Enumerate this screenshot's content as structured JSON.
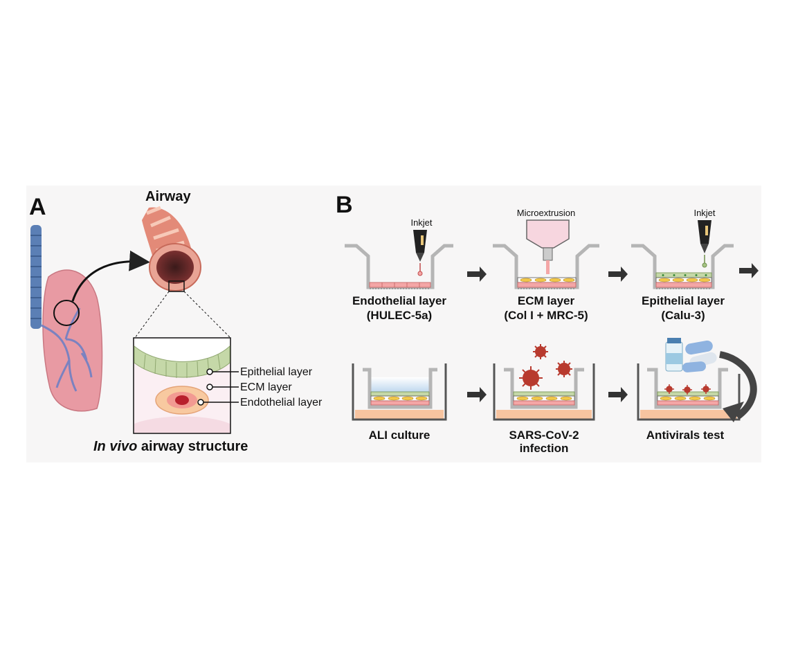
{
  "panelA": {
    "letter": "A",
    "airway_title": "Airway",
    "layers": [
      "Epithelial layer",
      "ECM layer",
      "Endothelial layer"
    ],
    "caption_italic": "In vivo",
    "caption_rest": " airway structure"
  },
  "panelB": {
    "letter": "B",
    "steps_row1": [
      {
        "tool": "Inkjet",
        "line1": "Endothelial layer",
        "line2": "(HULEC-5a)"
      },
      {
        "tool": "Microextrusion",
        "line1": "ECM layer",
        "line2": "(Col I + MRC-5)"
      },
      {
        "tool": "Inkjet",
        "line1": "Epithelial layer",
        "line2": "(Calu-3)"
      }
    ],
    "steps_row2": [
      {
        "line1": "ALI culture",
        "line2": ""
      },
      {
        "line1": "SARS-CoV-2",
        "line2": "infection"
      },
      {
        "line1": "Antivirals test",
        "line2": ""
      }
    ]
  },
  "colors": {
    "background": "#f7f6f6",
    "lung": "#e89aa3",
    "trachea": "#5b7fb5",
    "epithelial": "#c5d8a8",
    "ecm": "#f2c84b",
    "endothelial": "#f4a6a6",
    "virus": "#b83a2e",
    "well": "#9a9a9a",
    "medium": "#f7c4a0"
  }
}
